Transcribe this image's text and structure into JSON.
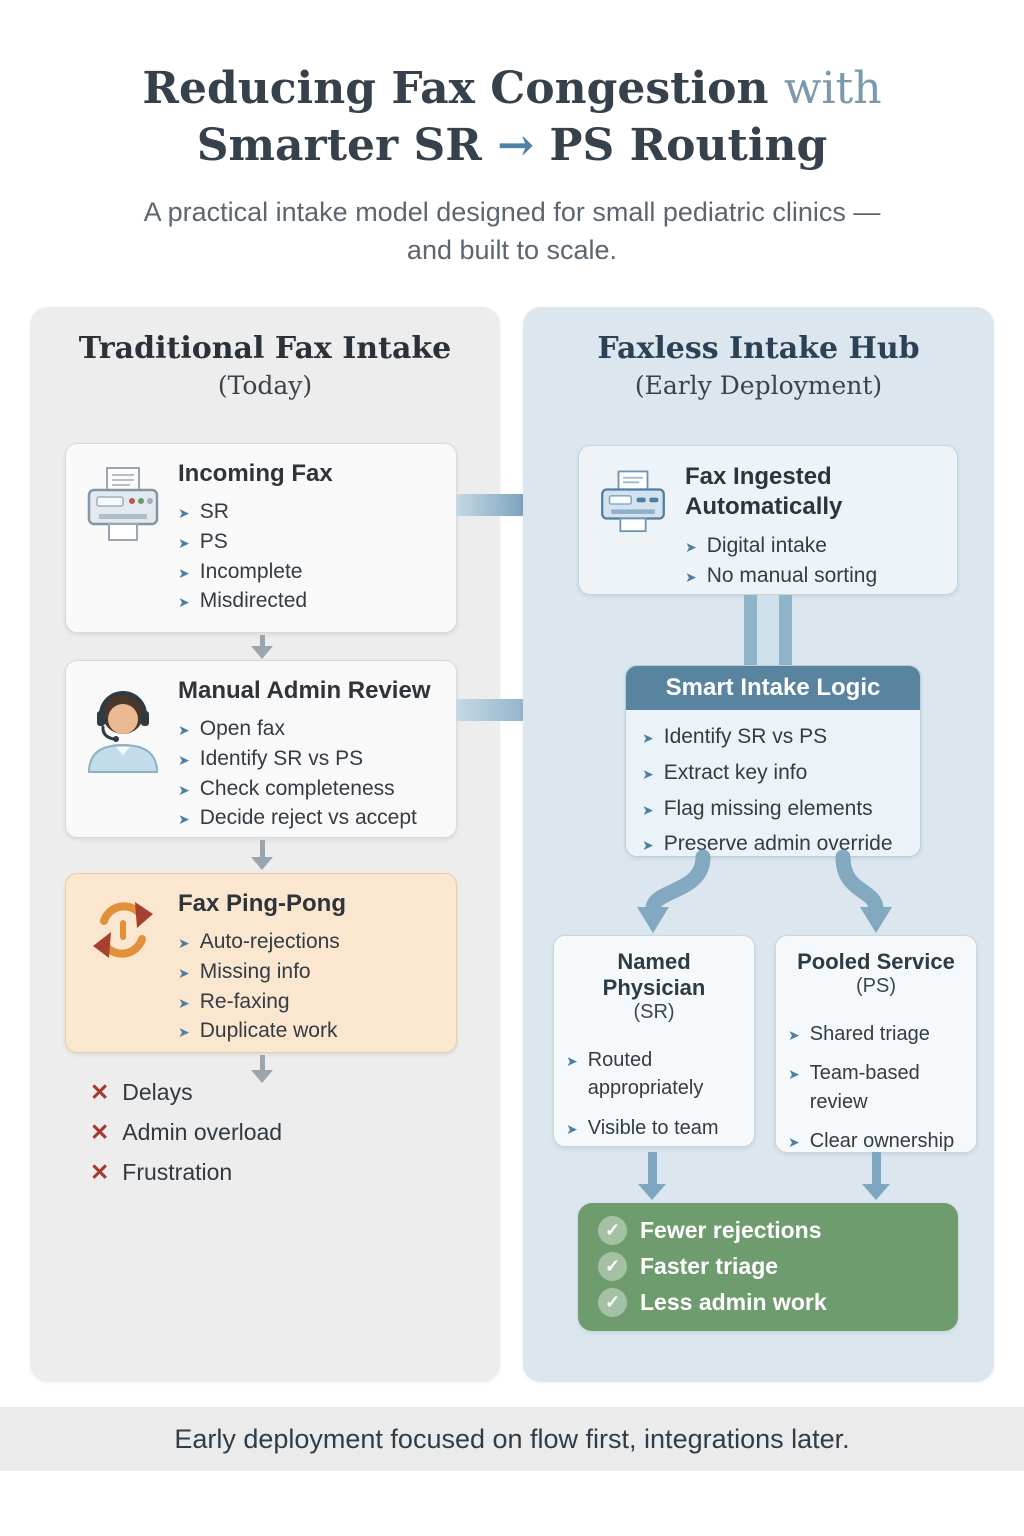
{
  "title": {
    "line1_main": "Reducing Fax Congestion",
    "line1_light": "with",
    "line2_a": "Smarter SR",
    "line2_arrow": "→",
    "line2_b": "PS Routing",
    "subtitle": "A practical intake model designed for small pediatric clinics — and built to scale."
  },
  "icons": {
    "bullet": "➤",
    "cross": "✕",
    "check": "✓"
  },
  "left_panel": {
    "heading": "Traditional Fax Intake",
    "subheading": "(Today)",
    "cards": [
      {
        "title": "Incoming Fax",
        "icon": "fax-machine-icon",
        "items": [
          "SR",
          "PS",
          "Incomplete",
          "Misdirected"
        ]
      },
      {
        "title": "Manual Admin Review",
        "icon": "admin-agent-icon",
        "items": [
          "Open fax",
          "Identify SR vs PS",
          "Check completeness",
          "Decide reject vs accept"
        ]
      },
      {
        "title": "Fax Ping-Pong",
        "icon": "cycle-arrows-icon",
        "items": [
          "Auto-rejections",
          "Missing info",
          "Re-faxing",
          "Duplicate work"
        ]
      }
    ],
    "pain_points": [
      "Delays",
      "Admin overload",
      "Frustration"
    ]
  },
  "right_panel": {
    "heading": "Faxless Intake Hub",
    "subheading": "(Early Deployment)",
    "ingest_card": {
      "title": "Fax Ingested Automatically",
      "items": [
        "Digital intake",
        "No manual sorting"
      ]
    },
    "logic_card": {
      "title": "Smart Intake Logic",
      "items": [
        "Identify SR vs PS",
        "Extract key info",
        "Flag missing elements",
        "Preserve admin override"
      ]
    },
    "sr_card": {
      "title": "Named Physician",
      "subtitle": "(SR)",
      "items": [
        "Routed appropriately",
        "Visible to team"
      ]
    },
    "ps_card": {
      "title": "Pooled Service",
      "subtitle": "(PS)",
      "items": [
        "Shared triage",
        "Team-based review",
        "Clear ownership"
      ]
    },
    "outcomes_card": {
      "items": [
        "Fewer rejections",
        "Faster triage",
        "Less admin work"
      ]
    }
  },
  "footer": {
    "text": "Early deployment focused on flow first, integrations later."
  },
  "colors": {
    "accent_blue": "#4e81a3",
    "steel_arrow": "#7fa6bf",
    "panel_left_bg": "#ededed",
    "panel_right_bg": "#dbe6ef",
    "pingpong_bg": "#fbe6d0",
    "logic_header_bg": "#58849f",
    "outcome_green": "#6f9c6e",
    "fail_red": "#a9392e"
  }
}
